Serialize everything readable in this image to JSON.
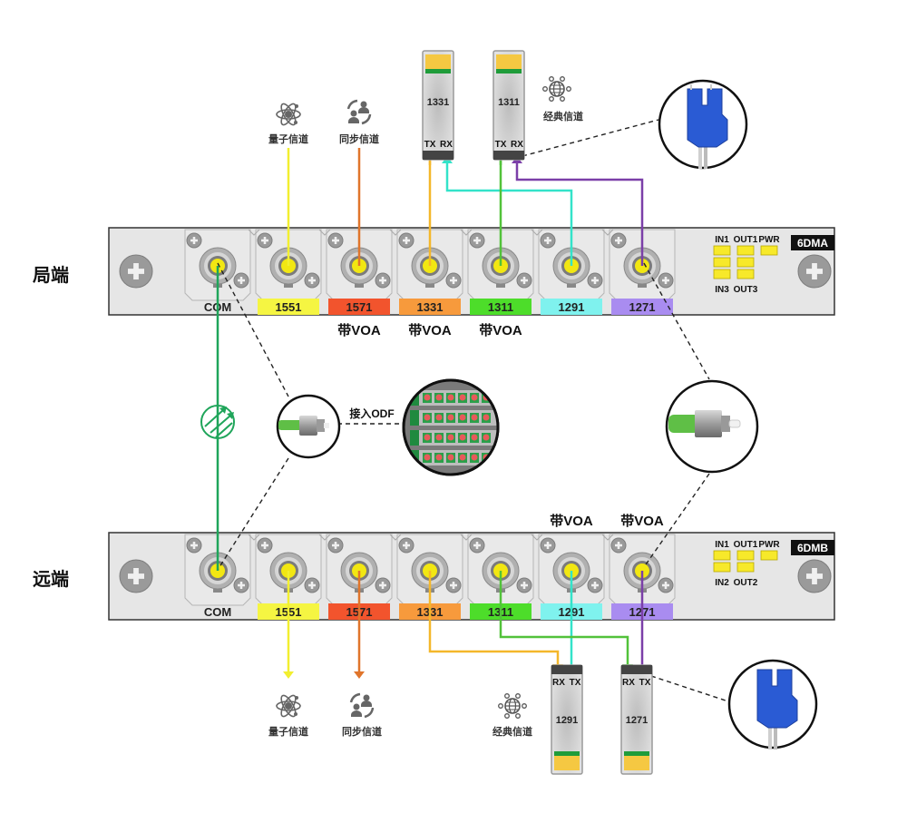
{
  "diagram": {
    "colors": {
      "c1551": "#f5f542",
      "c1571": "#f2542d",
      "c1331": "#f79a3c",
      "c1311": "#4ddd2a",
      "c1291": "#7ff2ee",
      "c1271": "#a98cf0",
      "line_yellow": "#f2ef30",
      "line_orange": "#e0752b",
      "line_amber": "#f4b72a",
      "line_green": "#52c23a",
      "line_cyan": "#33e3c9",
      "line_purple": "#7b3fa8",
      "line_com": "#1fa55a",
      "panel_bg": "#e6e6e6",
      "led": "#f7e92a"
    },
    "local": {
      "side_label": "局端",
      "model": "6DMA",
      "com_label": "COM",
      "ports": [
        {
          "label": "1551",
          "color_key": "c1551",
          "voa": ""
        },
        {
          "label": "1571",
          "color_key": "c1571",
          "voa": "带VOA"
        },
        {
          "label": "1331",
          "color_key": "c1331",
          "voa": "带VOA"
        },
        {
          "label": "1311",
          "color_key": "c1311",
          "voa": "带VOA"
        },
        {
          "label": "1291",
          "color_key": "c1291",
          "voa": ""
        },
        {
          "label": "1271",
          "color_key": "c1271",
          "voa": ""
        }
      ],
      "leds": {
        "col1_top": "IN1",
        "col1_bottom": "IN3",
        "col2_top": "OUT1",
        "col2_bottom": "OUT3",
        "pwr": "PWR"
      }
    },
    "remote": {
      "side_label": "远端",
      "model": "6DMB",
      "com_label": "COM",
      "ports": [
        {
          "label": "1551",
          "color_key": "c1551",
          "voa": ""
        },
        {
          "label": "1571",
          "color_key": "c1571",
          "voa": ""
        },
        {
          "label": "1331",
          "color_key": "c1331",
          "voa": ""
        },
        {
          "label": "1311",
          "color_key": "c1311",
          "voa": ""
        },
        {
          "label": "1291",
          "color_key": "c1291",
          "voa": "带VOA"
        },
        {
          "label": "1271",
          "color_key": "c1271",
          "voa": "带VOA"
        }
      ],
      "leds": {
        "col1_top": "IN1",
        "col1_bottom": "IN2",
        "col2_top": "OUT1",
        "col2_bottom": "OUT2",
        "pwr": "PWR"
      }
    },
    "channels": {
      "quantum": "量子信道",
      "sync": "同步信道",
      "classic": "经典信道"
    },
    "top_modules": [
      {
        "wavelength": "1331",
        "port_left": "TX",
        "port_right": "RX"
      },
      {
        "wavelength": "1311",
        "port_left": "TX",
        "port_right": "RX"
      }
    ],
    "bottom_modules": [
      {
        "wavelength": "1291",
        "port_left": "RX",
        "port_right": "TX"
      },
      {
        "wavelength": "1271",
        "port_left": "RX",
        "port_right": "TX"
      }
    ],
    "odf_label": "接入ODF",
    "icons": {
      "quantum": "atom-icon",
      "sync": "sync-users-icon",
      "classic": "globe-network-icon",
      "amplifier": "fiber-link-icon"
    }
  }
}
